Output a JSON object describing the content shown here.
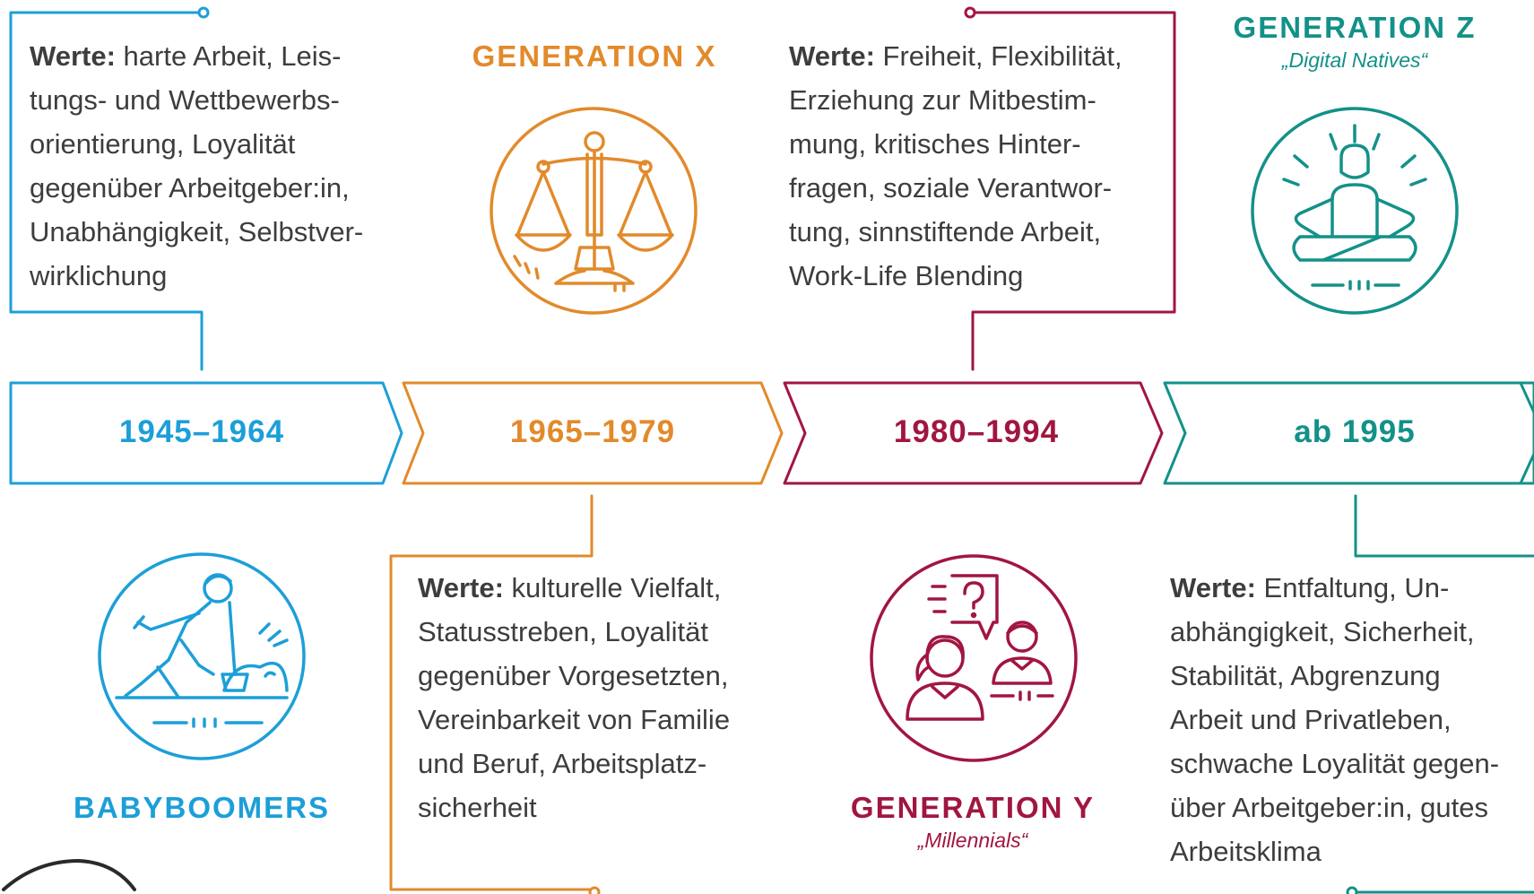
{
  "colors": {
    "babyboomers": "#1c9fd8",
    "generation_x": "#e28a2b",
    "generation_y": "#a11640",
    "generation_z": "#139189",
    "text": "#3d3d3d"
  },
  "generations": [
    {
      "id": "babyboomers",
      "title": "BABYBOOMERS",
      "subtitle": "",
      "period": "1945–1964",
      "icon": "worker-shoveling-icon",
      "values_label": "Werte:",
      "values_lines": [
        "harte Arbeit, Leis-",
        "tungs- und Wettbewerbs-",
        "orientierung, Loyalität",
        "gegenüber Arbeitgeber:in,",
        "Unabhängigkeit, Selbstver-",
        "wirklichung"
      ]
    },
    {
      "id": "generation_x",
      "title": "GENERATION X",
      "subtitle": "",
      "period": "1965–1979",
      "icon": "balance-scale-icon",
      "values_label": "Werte:",
      "values_lines": [
        "kulturelle Vielfalt,",
        "Statusstreben, Loyalität",
        "gegenüber Vorgesetzten,",
        "Vereinbarkeit von Familie",
        "und Beruf, Arbeitsplatz-",
        "sicherheit"
      ]
    },
    {
      "id": "generation_y",
      "title": "GENERATION Y",
      "subtitle": "„Millennials“",
      "period": "1980–1994",
      "icon": "people-question-icon",
      "values_label": "Werte:",
      "values_lines": [
        "Freiheit, Flexibilität,",
        "Erziehung zur Mitbestim-",
        "mung, kritisches Hinter-",
        "fragen, soziale Verantwor-",
        "tung, sinnstiftende Arbeit,",
        "Work-Life Blending"
      ]
    },
    {
      "id": "generation_z",
      "title": "GENERATION Z",
      "subtitle": "„Digital Natives“",
      "period": "ab 1995",
      "icon": "meditating-person-icon",
      "values_label": "Werte:",
      "values_lines": [
        "Entfaltung, Un-",
        "abhängigkeit, Sicherheit,",
        "Stabilität, Abgrenzung",
        "Arbeit und Privatleben,",
        "schwache Loyalität gegen-",
        "über Arbeitgeber:in, gutes",
        "Arbeitsklima"
      ]
    }
  ]
}
